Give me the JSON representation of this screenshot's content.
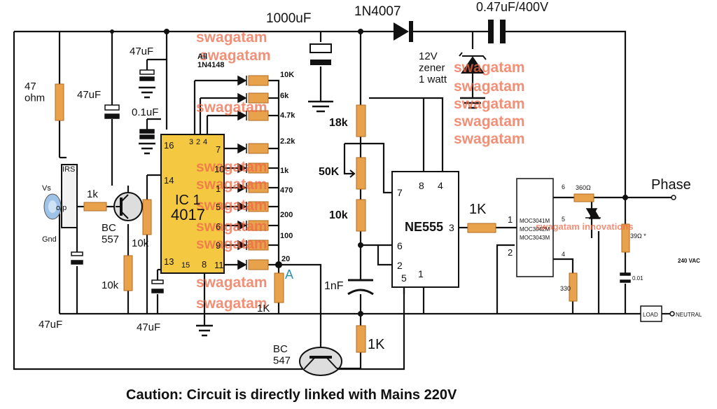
{
  "caption": "Caution: Circuit is directly linked with Mains 220V",
  "watermark": "swagatam",
  "watermark_long": "swagatam innovations",
  "colors": {
    "wire": "#111111",
    "resistor": "#e9a24c",
    "ic": "#f5c842",
    "watermark": "#ee6a4a"
  },
  "labels": {
    "cap_1000uf": "1000uF",
    "diode_1n4007": "1N4007",
    "cap_047": "0.47uF/400V",
    "zener": "12V\nzener\n1 watt",
    "cap_47uf_top": "47uF",
    "all_1n4148": "All\n1N4148",
    "cap_01uf": "0.1uF",
    "r_47ohm": "47\nohm",
    "cap_47uf_mid": "47uF",
    "irs": "IRS",
    "vs": "Vs",
    "op": "o/p",
    "gnd": "Gnd",
    "r_1k_ir": "1k",
    "bc557": "BC\n557",
    "r_10k_a": "10k",
    "r_10k_b": "10k",
    "cap_47uf_bl": "47uF",
    "cap_47uf_bm": "47uF",
    "ic_name": "IC 1",
    "ic_part": "4017",
    "r_10K": "10K",
    "r_6k": "6k",
    "r_4k7": "4.7k",
    "r_2k2": "2.2k",
    "r_1k_l": "1k",
    "r_470": "470",
    "r_200": "200",
    "r_100": "100",
    "r_20": "20",
    "node_a": "A",
    "r_1K_a": "1K",
    "r_18k": "18k",
    "pot_50k": "50K",
    "r_10k_c": "10k",
    "cap_1nf": "1nF",
    "ne555": "NE555",
    "r_1K_b": "1K",
    "r_1K_c": "1K",
    "bc547": "BC\n547",
    "moc1": "MOC3041M",
    "moc2": "MOC3042M",
    "moc3": "MOC3043M",
    "r_360": "360Ω",
    "r_330": "330",
    "r_39": "39Ω *",
    "cap_001": "0.01",
    "phase": "Phase",
    "vac": "240 VAC",
    "load": "LOAD",
    "neutral": "NEUTRAL"
  },
  "pins_4017": [
    "16",
    "3",
    "2",
    "4",
    "7",
    "10",
    "1",
    "5",
    "6",
    "9",
    "11",
    "14",
    "13",
    "15",
    "8"
  ],
  "pins_555": [
    "7",
    "8",
    "4",
    "3",
    "6",
    "2",
    "5",
    "1"
  ],
  "pins_moc": [
    "1",
    "2",
    "6",
    "5",
    "4"
  ]
}
